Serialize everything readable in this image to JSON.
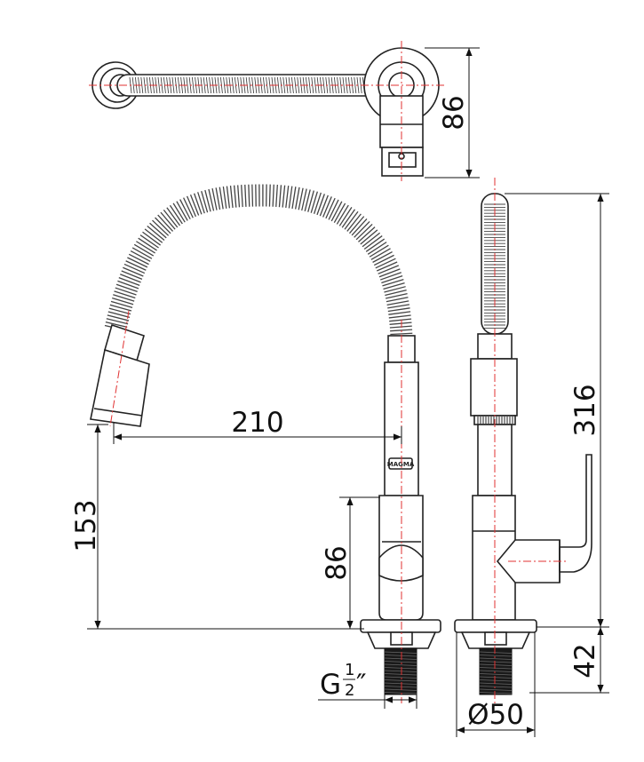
{
  "dimensions": {
    "top_height": "86",
    "total_height": "316",
    "reach": "210",
    "spout_height": "153",
    "body_height": "86",
    "shank_length": "42",
    "base_diameter": "Ø50"
  },
  "thread": {
    "prefix": "G",
    "numerator": "1",
    "denominator": "2",
    "unit": "″"
  },
  "logo_text": "MAGMA",
  "colors": {
    "outline": "#222222",
    "centerline": "#e03030",
    "background": "#ffffff"
  }
}
